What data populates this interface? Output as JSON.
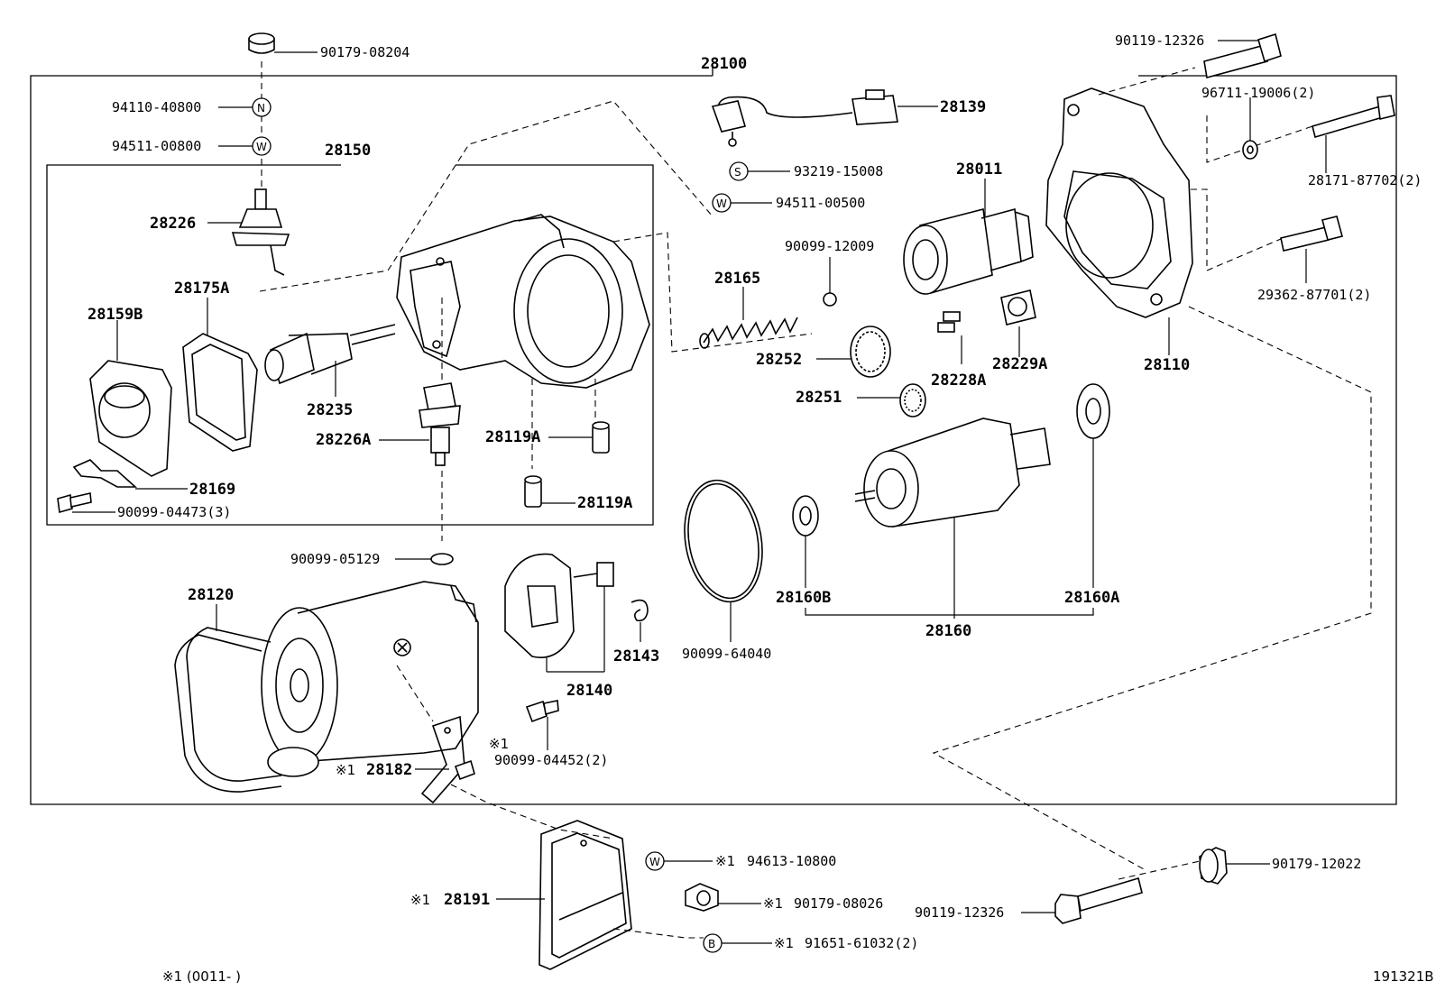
{
  "labels": {
    "p28100": "28100",
    "p90179_08204": "90179-08204",
    "p94110_40800": "94110-40800",
    "p94511_00800": "94511-00800",
    "p28150": "28150",
    "p28226": "28226",
    "p28175A": "28175A",
    "p28159B": "28159B",
    "p28235": "28235",
    "p28226A": "28226A",
    "p28119A_a": "28119A",
    "p28119A_b": "28119A",
    "p28169": "28169",
    "p90099_04473": "90099-04473(3)",
    "p90099_05129": "90099-05129",
    "p28120": "28120",
    "p28140": "28140",
    "p28143": "28143",
    "p90099_64040": "90099-64040",
    "p90099_04452": "90099-04452(2)",
    "p28182": "28182",
    "p28139": "28139",
    "p93219_15008": "93219-15008",
    "p94511_00500": "94511-00500",
    "p28011": "28011",
    "p90099_12009": "90099-12009",
    "p28165": "28165",
    "p28252": "28252",
    "p28251": "28251",
    "p28228A": "28228A",
    "p28229A": "28229A",
    "p28160B": "28160B",
    "p28160A": "28160A",
    "p28160": "28160",
    "p90119_12326_top": "90119-12326",
    "p96711_19006": "96711-19006(2)",
    "p28171_87702": "28171-87702(2)",
    "p29362_87701": "29362-87701(2)",
    "p28110": "28110",
    "p94613_10800": "94613-10800",
    "p90179_08026": "90179-08026",
    "p91651_61032": "91651-61032(2)",
    "p28191": "28191",
    "p90119_12326_bot": "90119-12326",
    "p90179_12022": "90179-12022"
  },
  "marks": {
    "ref": "※1",
    "n": "N",
    "w": "W",
    "s": "S",
    "b": "B"
  },
  "footnote": "※1 (0011-     )",
  "figure_id": "191321B"
}
